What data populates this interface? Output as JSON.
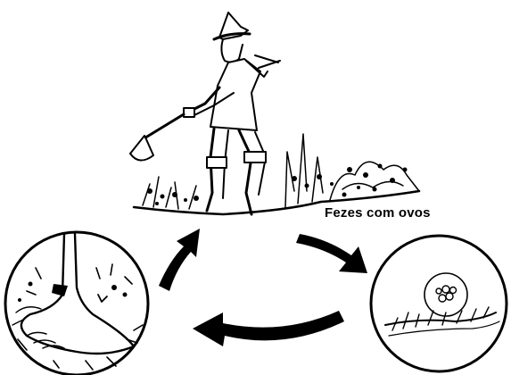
{
  "diagram": {
    "caption": "Fezes com ovos",
    "nodes": [
      {
        "id": "farmer",
        "icon": "farmer-hoeing-icon"
      },
      {
        "id": "eggs",
        "icon": "eggs-in-soil-icon"
      },
      {
        "id": "foot",
        "icon": "bare-foot-icon"
      }
    ],
    "arrows": [
      {
        "from": "farmer",
        "to": "eggs"
      },
      {
        "from": "eggs",
        "to": "foot"
      },
      {
        "from": "foot",
        "to": "farmer"
      }
    ],
    "colors": {
      "ink": "#000000",
      "paper": "#ffffff"
    }
  }
}
